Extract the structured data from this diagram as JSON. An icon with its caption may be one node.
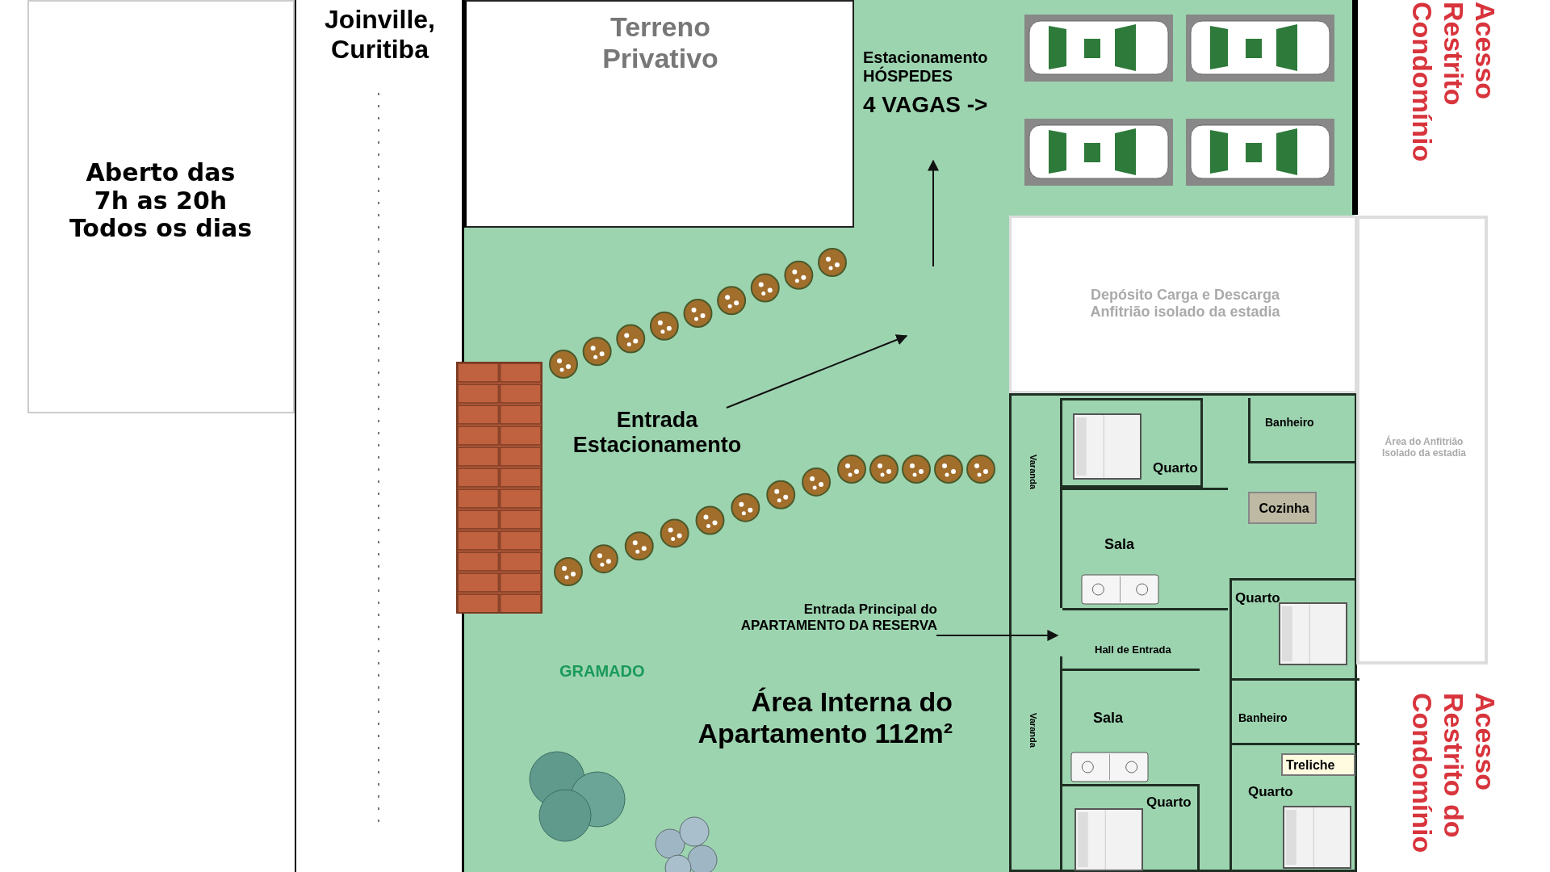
{
  "diagram": {
    "nodes": [
      {
        "text": [
          "Aberto das 7h as 20h Todos os dias"
        ]
      },
      {
        "text": [
          "Joinville, Curitiba"
        ]
      },
      {
        "text": [
          "GRAMADO"
        ]
      },
      {
        "text": [
          "Terreno Privativo"
        ],
        "in": 2
      },
      {
        "text": [
          "Estacionamento HÓSPEDES",
          "4 VAGAS ->"
        ],
        "in": 2
      },
      {
        "text": [
          "Entrada Estacionamento"
        ],
        "in": 2
      },
      {
        "text": [
          "Depósito Carga e Descarga Anfitrião isolado da estadia"
        ],
        "in": 2
      },
      {
        "text": [
          "Área do Anfitrião Isolado da estadia"
        ]
      },
      {
        "text": [
          "Entrada Principal do APARTAMENTO DA RESERVA"
        ],
        "in": 2
      },
      {
        "text": [],
        "shape": "box",
        "in": 2
      },
      {
        "text": [
          "Varanda"
        ],
        "in": 9
      },
      {
        "text": [
          "Quarto"
        ],
        "in": 9
      },
      {
        "text": [
          "Banheiro"
        ],
        "in": 9
      },
      {
        "text": [
          "Cozinha"
        ],
        "in": 9
      },
      {
        "text": [
          "Sala"
        ],
        "in": 9
      },
      {
        "text": [
          "Hall de Entrada"
        ],
        "in": 9
      },
      {
        "text": [
          "Quarto"
        ],
        "in": 9
      },
      {
        "text": [
          "Varanda"
        ],
        "in": 9
      },
      {
        "text": [
          "Banheiro"
        ],
        "in": 9
      },
      {
        "text": [
          "Sala"
        ],
        "in": 9
      },
      {
        "text": [
          "Quarto"
        ],
        "in": 9
      },
      {
        "text": [
          "Quarto"
        ],
        "in": 9
      },
      {
        "text": [
          "Treliche"
        ],
        "in": 21
      }
    ],
    "edges": [
      {
        "from": 5,
        "to": null,
        "arrow": "to"
      },
      {
        "from": null,
        "to": 4,
        "arrow": "to"
      },
      {
        "from": 8,
        "to": 15,
        "arrow": "to"
      }
    ],
    "labels": [
      "Área Interna do Apartamento 112m²",
      "Acesso Restrito Condomínio",
      "Acesso Restrito do Condomínio"
    ]
  }
}
